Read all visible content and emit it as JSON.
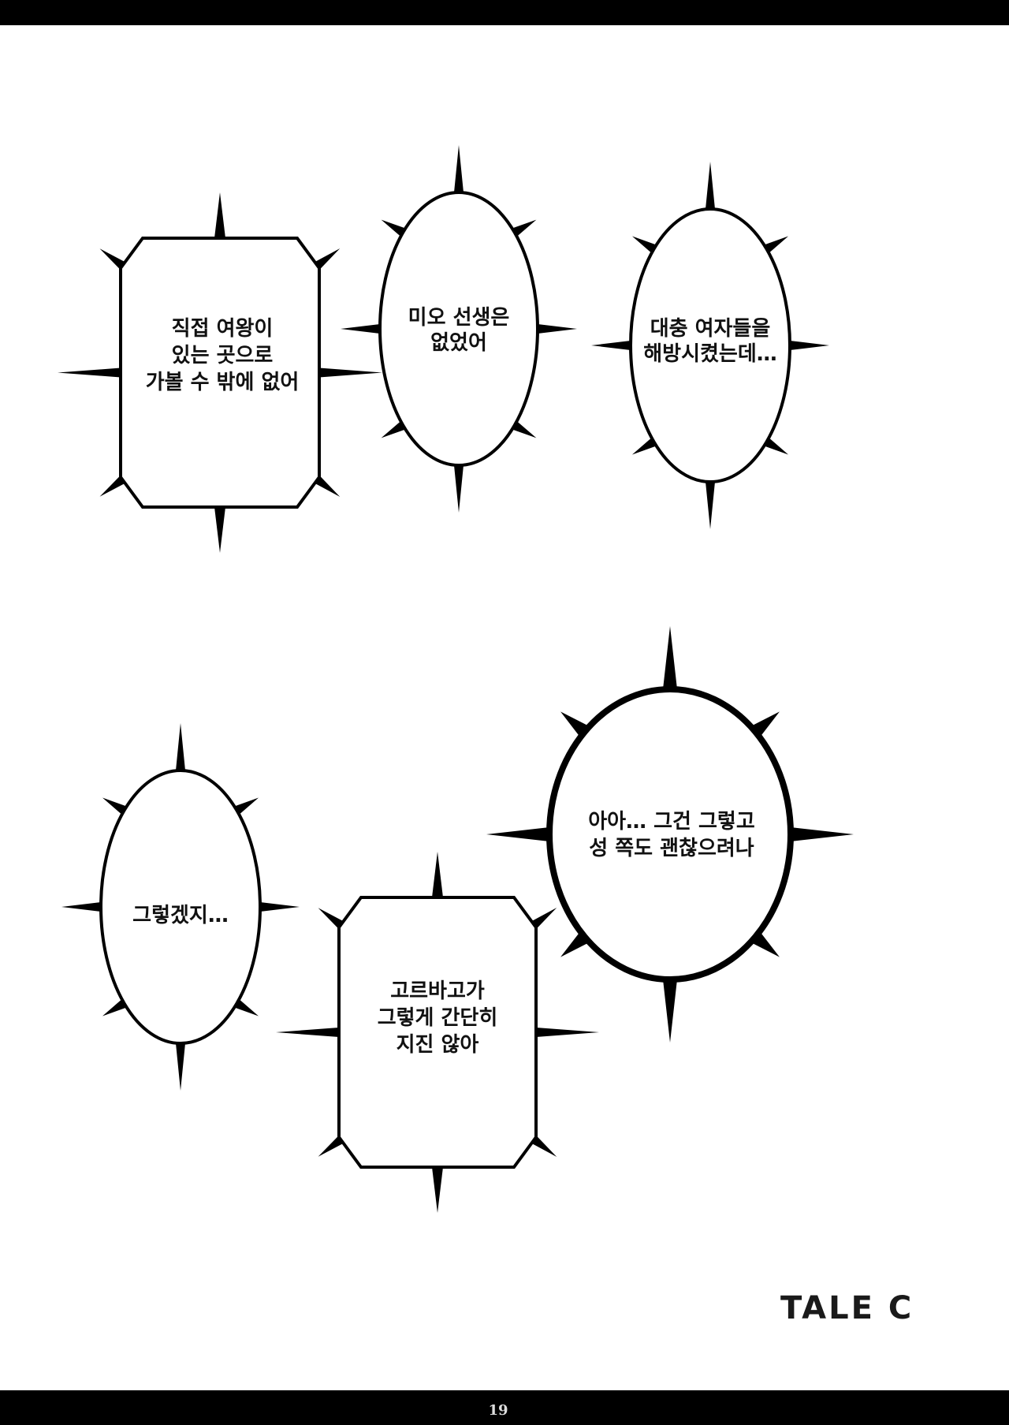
{
  "bubbles": [
    {
      "shape": "octagon",
      "lines": [
        "직접 여왕이",
        "있는 곳으로",
        "가볼 수 밖에 없어"
      ]
    },
    {
      "shape": "ellipse",
      "lines": [
        "미오 선생은",
        "없었어"
      ]
    },
    {
      "shape": "ellipse",
      "lines": [
        "대충 여자들을",
        "해방시켰는데…"
      ]
    },
    {
      "shape": "ellipse",
      "lines": [
        "그렇겠지…"
      ]
    },
    {
      "shape": "octagon",
      "lines": [
        "고르바고가",
        "그렇게 간단히",
        "지진 않아"
      ]
    },
    {
      "shape": "ellipse",
      "lines": [
        "아아… 그건 그렇고",
        "성 쪽도 괜찮으려나"
      ]
    }
  ],
  "chapter_label": "TALE C",
  "page_number": "19"
}
